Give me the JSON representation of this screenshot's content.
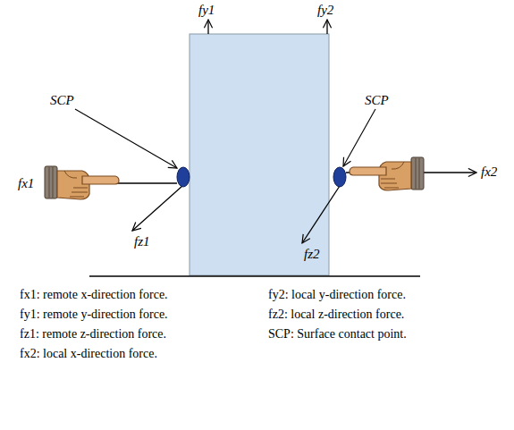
{
  "diagram": {
    "labels": [
      "fy1",
      "fy2",
      "SCP",
      "SCP",
      "fx1",
      "fx2",
      "fz1",
      "fz2",
      "fx1: remote x-direction force.",
      "fy1: remote y-direction force.",
      "fz1: remote z-direction force.",
      "fx2: local x-direction force.",
      "fy2: local y-direction force.",
      "fz2: local z-direction force.",
      "SCP: Surface contact point."
    ]
  }
}
